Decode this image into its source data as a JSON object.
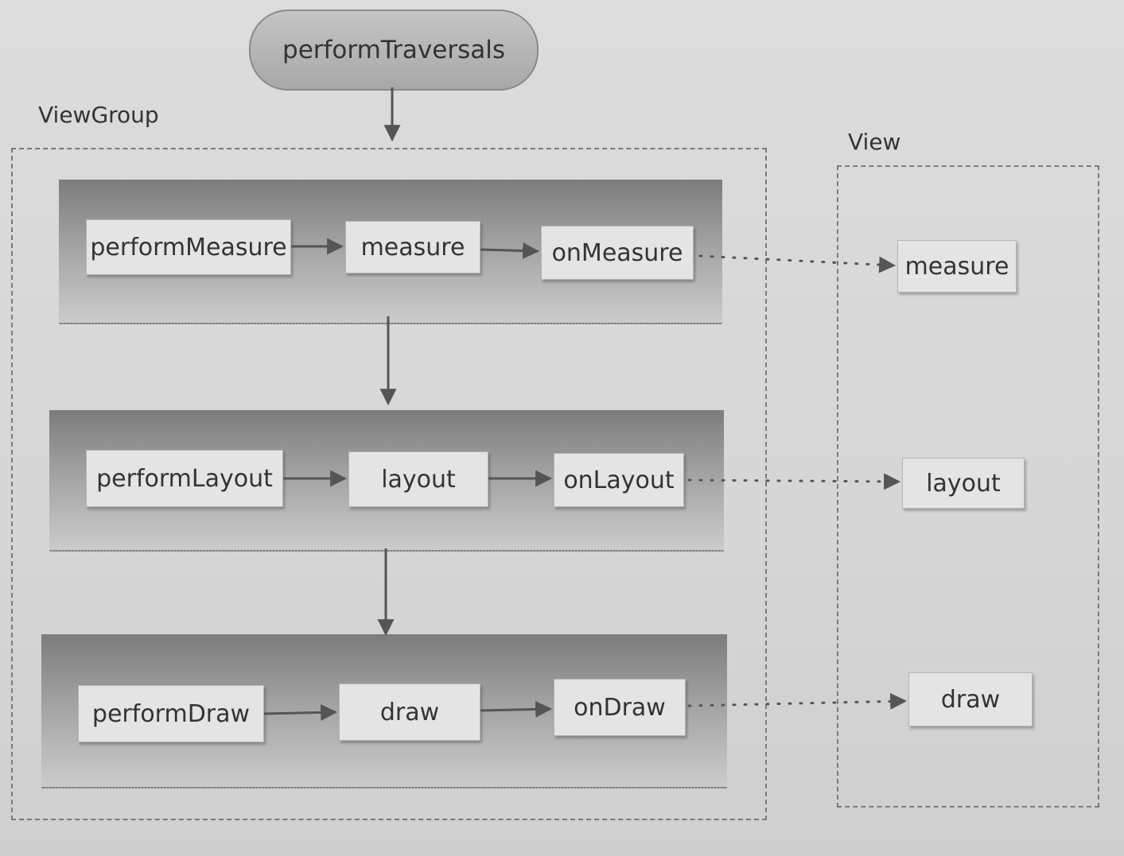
{
  "top_node": "performTraversals",
  "viewgroup_label": "ViewGroup",
  "view_label": "View",
  "rows": [
    {
      "perform": "performMeasure",
      "method": "measure",
      "on": "onMeasure",
      "view": "measure"
    },
    {
      "perform": "performLayout",
      "method": "layout",
      "on": "onLayout",
      "view": "layout"
    },
    {
      "perform": "performDraw",
      "method": "draw",
      "on": "onDraw",
      "view": "draw"
    }
  ]
}
